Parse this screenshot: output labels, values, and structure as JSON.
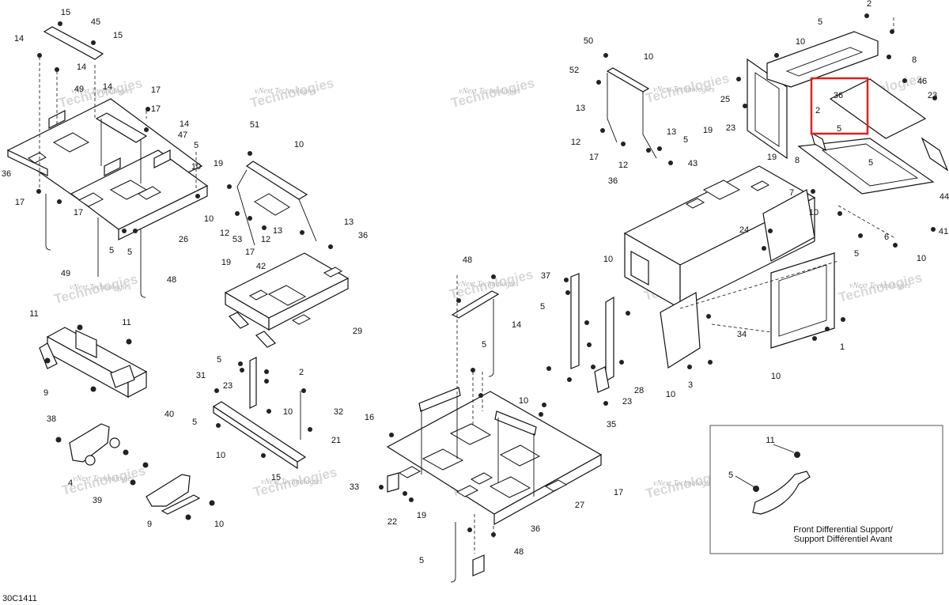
{
  "diagram_code": "30C1411",
  "watermark": "vNext Technologies",
  "inset_caption_line1": "Front Differential Support/",
  "inset_caption_line2": "Support Différentiel Avant",
  "highlight_color": "#e0201b",
  "callouts": {
    "c1": "15",
    "c2": "45",
    "c3": "15",
    "c4": "14",
    "c5": "14",
    "c6": "14",
    "c7": "17",
    "c8": "49",
    "c9": "17",
    "c10": "14",
    "c11": "47",
    "c12": "36",
    "c13": "17",
    "c14": "17",
    "c15": "5",
    "c16": "10",
    "c17": "26",
    "c18": "5",
    "c19": "10",
    "c20": "49",
    "c21": "48",
    "c22": "5",
    "c23": "51",
    "c24": "10",
    "c25": "19",
    "c26": "13",
    "c27": "12",
    "c28": "53",
    "c29": "17",
    "c30": "12",
    "c31": "13",
    "c32": "36",
    "c33": "19",
    "c34": "42",
    "c35": "29",
    "c36": "11",
    "c37": "11",
    "c38": "9",
    "c39": "38",
    "c40": "40",
    "c41": "4",
    "c42": "39",
    "c43": "9",
    "c44": "10",
    "c45": "5",
    "c46": "2",
    "c47": "31",
    "c48": "23",
    "c49": "5",
    "c50": "10",
    "c51": "32",
    "c52": "10",
    "c53": "21",
    "c54": "15",
    "c55": "48",
    "c56": "14",
    "c57": "5",
    "c58": "16",
    "c59": "10",
    "c60": "33",
    "c61": "22",
    "c62": "19",
    "c63": "36",
    "c64": "27",
    "c65": "17",
    "c66": "48",
    "c67": "5",
    "c68": "50",
    "c69": "10",
    "c70": "52",
    "c71": "13",
    "c72": "12",
    "c73": "17",
    "c74": "12",
    "c75": "13",
    "c76": "5",
    "c77": "36",
    "c78": "19",
    "c79": "43",
    "c80": "23",
    "c81": "25",
    "c82": "5",
    "c83": "2",
    "c84": "10",
    "c85": "8",
    "c86": "46",
    "c87": "36",
    "c88": "2",
    "c89": "5",
    "c90": "23",
    "c91": "8",
    "c92": "19",
    "c93": "5",
    "c94": "44",
    "c95": "7",
    "c96": "10",
    "c97": "6",
    "c98": "41",
    "c99": "10",
    "c100": "5",
    "c101": "24",
    "c102": "5",
    "c103": "10",
    "c104": "37",
    "c105": "28",
    "c106": "23",
    "c107": "35",
    "c108": "10",
    "c109": "34",
    "c110": "10",
    "c111": "1",
    "c112": "3",
    "c113": "11",
    "c114": "5"
  }
}
